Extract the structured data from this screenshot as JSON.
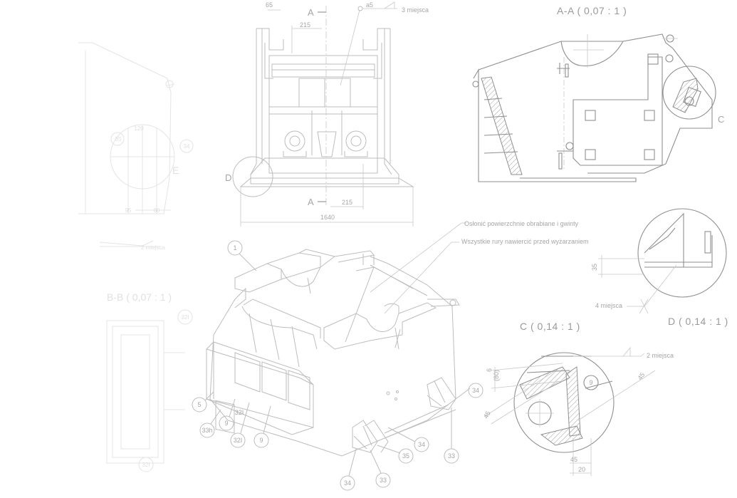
{
  "section_views": {
    "aa_title": "A-A ( 0,07 : 1 )",
    "bb_title": "B-B ( 0,07 : 1 )",
    "c_title": "C ( 0,14 : 1 )",
    "d_title": "D ( 0,14 : 1 )",
    "mark_c": "C",
    "mark_d": "D",
    "mark_e": "E",
    "mark_a_top": "A",
    "mark_a_bottom": "A"
  },
  "weld_notes": {
    "a5": "a5",
    "three_places": "3 miejsca",
    "two_places": "2 miejsca",
    "four_places": "4 miejsca",
    "faint_places": "2 miejsca"
  },
  "notes": {
    "protect_surfaces": "Osłonić powierzchnie obrabiane i gwinty",
    "thread_pipes": "Wszystkie rury nawiercić przed wyżarzaniem"
  },
  "dimensions": {
    "d65": "65",
    "d215_top": "215",
    "d215_bottom": "215",
    "d1640": "1640",
    "d35": "35",
    "d45_a": "45",
    "d45_b": "45",
    "d45_c": "45",
    "d20": "20",
    "d80": "(80)",
    "d9": "9",
    "d6": "6",
    "f120": "120",
    "f80": "80",
    "f95": "95"
  },
  "balloons": {
    "b1": "1",
    "b9_iso_a": "9",
    "b9_iso_b": "9",
    "b9_detail": "9",
    "b33_a": "33",
    "b33_b": "33",
    "b34_a": "34",
    "b34_b": "34",
    "b34_c": "34",
    "b35": "35",
    "b5": "5",
    "b33h": "33h",
    "b32_iso": "32I",
    "b32_iso_b": "32I",
    "b34_faint": "34",
    "b35_faint": "35",
    "b32_faint": "32I",
    "b32_faint_b": "32I"
  }
}
